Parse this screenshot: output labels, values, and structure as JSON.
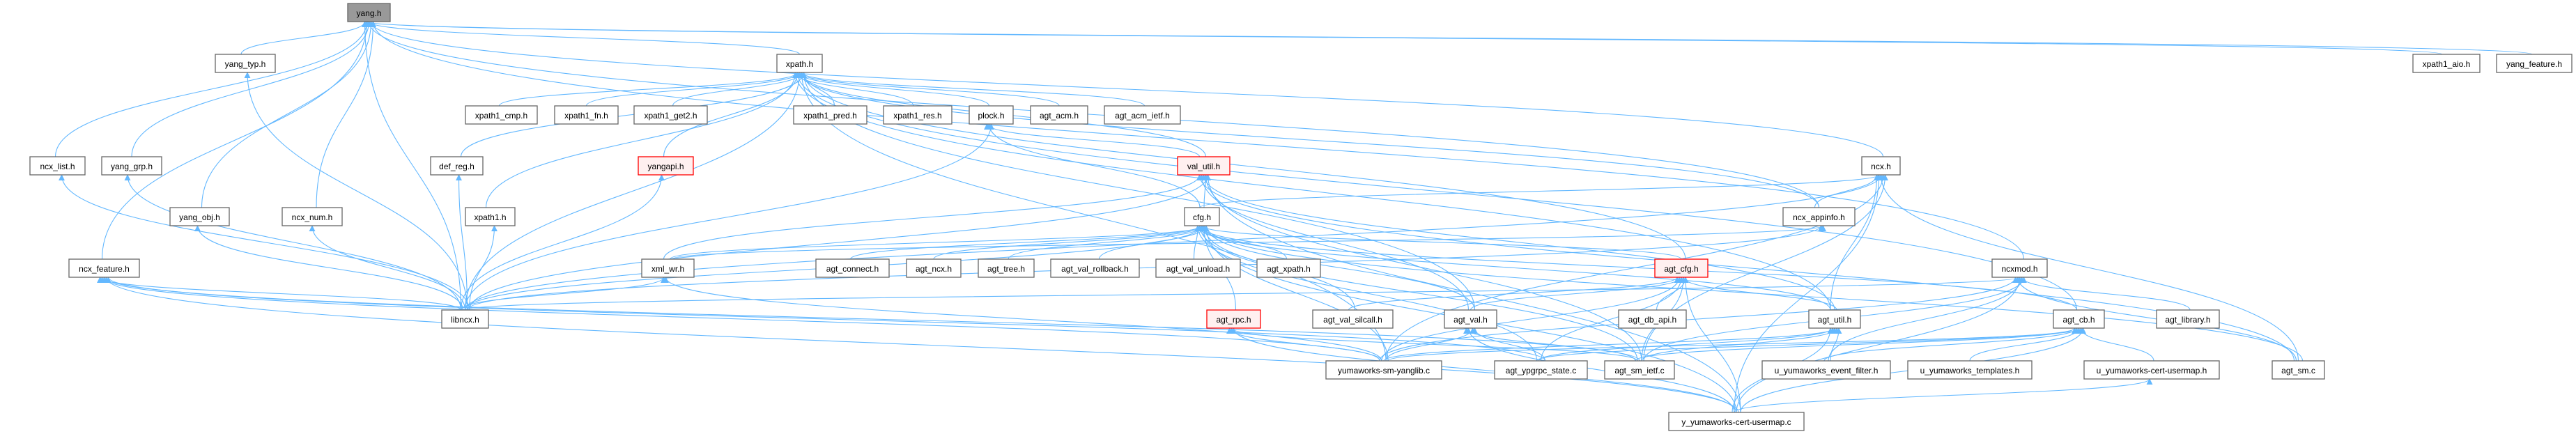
{
  "graph": {
    "title": "yang.h include dependency graph (included by)",
    "colors": {
      "edge": "#63b8ff",
      "root_fill": "#999999",
      "red_border": "#ff0000",
      "red_fill": "#fff0f0"
    },
    "nodes": [
      {
        "id": "yang_h",
        "label": "yang.h",
        "style": "root"
      },
      {
        "id": "yang_typ_h",
        "label": "yang_typ.h",
        "style": "normal"
      },
      {
        "id": "xpath_h",
        "label": "xpath.h",
        "style": "normal"
      },
      {
        "id": "xpath1_aio_h",
        "label": "xpath1_aio.h",
        "style": "normal"
      },
      {
        "id": "yang_feature_h",
        "label": "yang_feature.h",
        "style": "normal"
      },
      {
        "id": "xpath1_cmp_h",
        "label": "xpath1_cmp.h",
        "style": "normal"
      },
      {
        "id": "xpath1_fn_h",
        "label": "xpath1_fn.h",
        "style": "normal"
      },
      {
        "id": "xpath1_get2_h",
        "label": "xpath1_get2.h",
        "style": "normal"
      },
      {
        "id": "xpath1_pred_h",
        "label": "xpath1_pred.h",
        "style": "normal"
      },
      {
        "id": "xpath1_res_h",
        "label": "xpath1_res.h",
        "style": "normal"
      },
      {
        "id": "plock_h",
        "label": "plock.h",
        "style": "normal"
      },
      {
        "id": "agt_acm_h",
        "label": "agt_acm.h",
        "style": "normal"
      },
      {
        "id": "agt_acm_ietf_h",
        "label": "agt_acm_ietf.h",
        "style": "normal"
      },
      {
        "id": "ncx_list_h",
        "label": "ncx_list.h",
        "style": "normal"
      },
      {
        "id": "yang_grp_h",
        "label": "yang_grp.h",
        "style": "normal"
      },
      {
        "id": "def_reg_h",
        "label": "def_reg.h",
        "style": "normal"
      },
      {
        "id": "yangapi_h",
        "label": "yangapi.h",
        "style": "red"
      },
      {
        "id": "val_util_h",
        "label": "val_util.h",
        "style": "red"
      },
      {
        "id": "ncx_h",
        "label": "ncx.h",
        "style": "normal"
      },
      {
        "id": "yang_obj_h",
        "label": "yang_obj.h",
        "style": "normal"
      },
      {
        "id": "ncx_num_h",
        "label": "ncx_num.h",
        "style": "normal"
      },
      {
        "id": "xpath1_h",
        "label": "xpath1.h",
        "style": "normal"
      },
      {
        "id": "cfg_h",
        "label": "cfg.h",
        "style": "normal"
      },
      {
        "id": "ncx_appinfo_h",
        "label": "ncx_appinfo.h",
        "style": "normal"
      },
      {
        "id": "ncx_feature_h",
        "label": "ncx_feature.h",
        "style": "normal"
      },
      {
        "id": "xml_wr_h",
        "label": "xml_wr.h",
        "style": "normal"
      },
      {
        "id": "agt_connect_h",
        "label": "agt_connect.h",
        "style": "normal"
      },
      {
        "id": "agt_ncx_h",
        "label": "agt_ncx.h",
        "style": "normal"
      },
      {
        "id": "agt_tree_h",
        "label": "agt_tree.h",
        "style": "normal"
      },
      {
        "id": "agt_val_rollback_h",
        "label": "agt_val_rollback.h",
        "style": "normal"
      },
      {
        "id": "agt_val_unload_h",
        "label": "agt_val_unload.h",
        "style": "normal"
      },
      {
        "id": "agt_xpath_h",
        "label": "agt_xpath.h",
        "style": "normal"
      },
      {
        "id": "agt_cfg_h",
        "label": "agt_cfg.h",
        "style": "red"
      },
      {
        "id": "ncxmod_h",
        "label": "ncxmod.h",
        "style": "normal"
      },
      {
        "id": "libncx_h",
        "label": "libncx.h",
        "style": "normal"
      },
      {
        "id": "agt_rpc_h",
        "label": "agt_rpc.h",
        "style": "red"
      },
      {
        "id": "agt_val_silcall_h",
        "label": "agt_val_silcall.h",
        "style": "normal"
      },
      {
        "id": "agt_val_h",
        "label": "agt_val.h",
        "style": "normal"
      },
      {
        "id": "agt_db_api_h",
        "label": "agt_db_api.h",
        "style": "normal"
      },
      {
        "id": "agt_util_h",
        "label": "agt_util.h",
        "style": "normal"
      },
      {
        "id": "agt_cb_h",
        "label": "agt_cb.h",
        "style": "normal"
      },
      {
        "id": "agt_library_h",
        "label": "agt_library.h",
        "style": "normal"
      },
      {
        "id": "yumaworks_sm_yanglib_c",
        "label": "yumaworks-sm-yanglib.c",
        "style": "normal"
      },
      {
        "id": "agt_ypgrpc_state_c",
        "label": "agt_ypgrpc_state.c",
        "style": "normal"
      },
      {
        "id": "agt_sm_ietf_c",
        "label": "agt_sm_ietf.c",
        "style": "normal"
      },
      {
        "id": "u_yumaworks_event_filter_h",
        "label": "u_yumaworks_event_filter.h",
        "style": "normal"
      },
      {
        "id": "u_yumaworks_templates_h",
        "label": "u_yumaworks_templates.h",
        "style": "normal"
      },
      {
        "id": "u_yumaworks_cert_usermap_h",
        "label": "u_yumaworks-cert-usermap.h",
        "style": "normal"
      },
      {
        "id": "agt_sm_c",
        "label": "agt_sm.c",
        "style": "normal"
      },
      {
        "id": "y_yumaworks_cert_usermap_c",
        "label": "y_yumaworks-cert-usermap.c",
        "style": "normal"
      }
    ],
    "edges": [
      [
        "yang_typ_h",
        "yang_h"
      ],
      [
        "ncx_list_h",
        "yang_h"
      ],
      [
        "yang_grp_h",
        "yang_h"
      ],
      [
        "yang_obj_h",
        "yang_h"
      ],
      [
        "ncx_num_h",
        "yang_h"
      ],
      [
        "libncx_h",
        "yang_h"
      ],
      [
        "ncx_feature_h",
        "yang_h"
      ],
      [
        "xpath_h",
        "yang_h"
      ],
      [
        "ncx_h",
        "yang_h"
      ],
      [
        "ncxmod_h",
        "yang_h"
      ],
      [
        "xpath1_aio_h",
        "yang_h"
      ],
      [
        "yang_feature_h",
        "yang_h"
      ],
      [
        "ncx_appinfo_h",
        "yang_h"
      ],
      [
        "libncx_h",
        "yang_typ_h"
      ],
      [
        "libncx_h",
        "ncx_list_h"
      ],
      [
        "libncx_h",
        "yang_grp_h"
      ],
      [
        "libncx_h",
        "yang_obj_h"
      ],
      [
        "libncx_h",
        "ncx_num_h"
      ],
      [
        "libncx_h",
        "def_reg_h"
      ],
      [
        "libncx_h",
        "xpath1_h"
      ],
      [
        "libncx_h",
        "yangapi_h"
      ],
      [
        "xpath1_cmp_h",
        "xpath_h"
      ],
      [
        "xpath1_fn_h",
        "xpath_h"
      ],
      [
        "xpath1_get2_h",
        "xpath_h"
      ],
      [
        "xpath1_pred_h",
        "xpath_h"
      ],
      [
        "xpath1_res_h",
        "xpath_h"
      ],
      [
        "plock_h",
        "xpath_h"
      ],
      [
        "agt_acm_h",
        "xpath_h"
      ],
      [
        "agt_acm_ietf_h",
        "xpath_h"
      ],
      [
        "def_reg_h",
        "xpath_h"
      ],
      [
        "xpath1_h",
        "xpath_h"
      ],
      [
        "yangapi_h",
        "xpath_h"
      ],
      [
        "libncx_h",
        "xpath_h"
      ],
      [
        "val_util_h",
        "xpath_h"
      ],
      [
        "agt_cfg_h",
        "xpath_h"
      ],
      [
        "agt_util_h",
        "xpath_h"
      ],
      [
        "agt_cb_h",
        "xpath_h"
      ],
      [
        "ncx_appinfo_h",
        "xpath_h"
      ],
      [
        "yumaworks_sm_yanglib_c",
        "xpath_h"
      ],
      [
        "agt_val_h",
        "xpath_h"
      ],
      [
        "libncx_h",
        "ncx_feature_h"
      ],
      [
        "yumaworks_sm_yanglib_c",
        "ncx_feature_h"
      ],
      [
        "agt_sm_ietf_c",
        "ncx_feature_h"
      ],
      [
        "y_yumaworks_cert_usermap_c",
        "ncx_feature_h"
      ],
      [
        "agt_ypgrpc_state_c",
        "ncx_feature_h"
      ],
      [
        "val_util_h",
        "plock_h"
      ],
      [
        "cfg_h",
        "plock_h"
      ],
      [
        "libncx_h",
        "plock_h"
      ],
      [
        "cfg_h",
        "val_util_h"
      ],
      [
        "libncx_h",
        "val_util_h"
      ],
      [
        "xml_wr_h",
        "val_util_h"
      ],
      [
        "agt_val_h",
        "val_util_h"
      ],
      [
        "agt_util_h",
        "val_util_h"
      ],
      [
        "agt_sm_ietf_c",
        "val_util_h"
      ],
      [
        "y_yumaworks_cert_usermap_c",
        "val_util_h"
      ],
      [
        "agt_sm_c",
        "val_util_h"
      ],
      [
        "agt_connect_h",
        "cfg_h"
      ],
      [
        "agt_ncx_h",
        "cfg_h"
      ],
      [
        "agt_tree_h",
        "cfg_h"
      ],
      [
        "agt_val_rollback_h",
        "cfg_h"
      ],
      [
        "agt_val_unload_h",
        "cfg_h"
      ],
      [
        "agt_xpath_h",
        "cfg_h"
      ],
      [
        "agt_cfg_h",
        "cfg_h"
      ],
      [
        "agt_rpc_h",
        "cfg_h"
      ],
      [
        "agt_val_h",
        "cfg_h"
      ],
      [
        "agt_util_h",
        "cfg_h"
      ],
      [
        "agt_cb_h",
        "cfg_h"
      ],
      [
        "libncx_h",
        "cfg_h"
      ],
      [
        "xml_wr_h",
        "cfg_h"
      ],
      [
        "yumaworks_sm_yanglib_c",
        "cfg_h"
      ],
      [
        "agt_ypgrpc_state_c",
        "cfg_h"
      ],
      [
        "agt_sm_ietf_c",
        "cfg_h"
      ],
      [
        "y_yumaworks_cert_usermap_c",
        "cfg_h"
      ],
      [
        "agt_val_silcall_h",
        "cfg_h"
      ],
      [
        "agt_sm_c",
        "cfg_h"
      ],
      [
        "ncx_appinfo_h",
        "ncx_h"
      ],
      [
        "cfg_h",
        "ncx_h"
      ],
      [
        "libncx_h",
        "ncx_h"
      ],
      [
        "yumaworks_sm_yanglib_c",
        "ncx_h"
      ],
      [
        "agt_sm_ietf_c",
        "ncx_h"
      ],
      [
        "agt_util_h",
        "ncx_h"
      ],
      [
        "y_yumaworks_cert_usermap_c",
        "ncx_h"
      ],
      [
        "agt_sm_c",
        "ncx_h"
      ],
      [
        "libncx_h",
        "ncx_appinfo_h"
      ],
      [
        "xml_wr_h",
        "ncx_appinfo_h"
      ],
      [
        "libncx_h",
        "xml_wr_h"
      ],
      [
        "yumaworks_sm_yanglib_c",
        "xml_wr_h"
      ],
      [
        "agt_val_h",
        "agt_cfg_h"
      ],
      [
        "agt_util_h",
        "agt_cfg_h"
      ],
      [
        "agt_db_api_h",
        "agt_cfg_h"
      ],
      [
        "agt_val_silcall_h",
        "agt_cfg_h"
      ],
      [
        "yumaworks_sm_yanglib_c",
        "agt_cfg_h"
      ],
      [
        "agt_ypgrpc_state_c",
        "agt_cfg_h"
      ],
      [
        "agt_sm_ietf_c",
        "agt_cfg_h"
      ],
      [
        "y_yumaworks_cert_usermap_c",
        "agt_cfg_h"
      ],
      [
        "yumaworks_sm_yanglib_c",
        "agt_rpc_h"
      ],
      [
        "agt_sm_ietf_c",
        "agt_rpc_h"
      ],
      [
        "y_yumaworks_cert_usermap_c",
        "agt_rpc_h"
      ],
      [
        "yumaworks_sm_yanglib_c",
        "agt_val_h"
      ],
      [
        "agt_ypgrpc_state_c",
        "agt_val_h"
      ],
      [
        "agt_sm_ietf_c",
        "agt_val_h"
      ],
      [
        "y_yumaworks_cert_usermap_c",
        "agt_val_h"
      ],
      [
        "yumaworks_sm_yanglib_c",
        "agt_util_h"
      ],
      [
        "agt_sm_ietf_c",
        "agt_util_h"
      ],
      [
        "u_yumaworks_event_filter_h",
        "agt_util_h"
      ],
      [
        "y_yumaworks_cert_usermap_c",
        "agt_util_h"
      ],
      [
        "agt_ypgrpc_state_c",
        "agt_util_h"
      ],
      [
        "libncx_h",
        "ncxmod_h"
      ],
      [
        "agt_library_h",
        "ncxmod_h"
      ],
      [
        "agt_sm_ietf_c",
        "ncxmod_h"
      ],
      [
        "yumaworks_sm_yanglib_c",
        "ncxmod_h"
      ],
      [
        "agt_sm_c",
        "ncxmod_h"
      ],
      [
        "y_yumaworks_cert_usermap_c",
        "ncxmod_h"
      ],
      [
        "u_yumaworks_event_filter_h",
        "ncxmod_h"
      ],
      [
        "yumaworks_sm_yanglib_c",
        "agt_cb_h"
      ],
      [
        "agt_sm_ietf_c",
        "agt_cb_h"
      ],
      [
        "u_yumaworks_event_filter_h",
        "agt_cb_h"
      ],
      [
        "u_yumaworks_templates_h",
        "agt_cb_h"
      ],
      [
        "u_yumaworks_cert_usermap_h",
        "agt_cb_h"
      ],
      [
        "y_yumaworks_cert_usermap_c",
        "agt_cb_h"
      ],
      [
        "agt_ypgrpc_state_c",
        "agt_cb_h"
      ],
      [
        "y_yumaworks_cert_usermap_c",
        "u_yumaworks_cert_usermap_h"
      ]
    ]
  }
}
